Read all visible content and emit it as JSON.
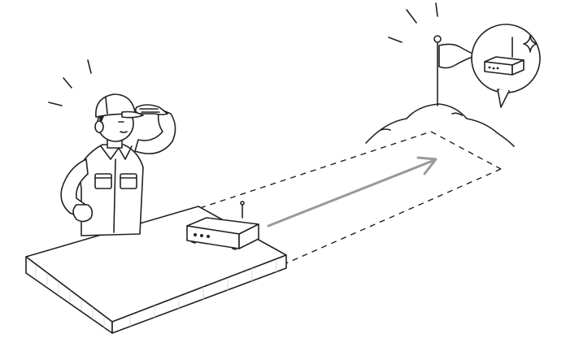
{
  "illustration": {
    "colors": {
      "ink": "#222222",
      "arrow": "#999999",
      "background": "#ffffff",
      "shading": "#cfcfcf"
    },
    "icons": {
      "worker": "worker-in-cap-looking-into-distance",
      "device": "router-box-with-antenna",
      "goal": "flag-on-hilltop",
      "bubble": "speech-bubble-with-device",
      "sparkle": "sparkle-star"
    }
  }
}
